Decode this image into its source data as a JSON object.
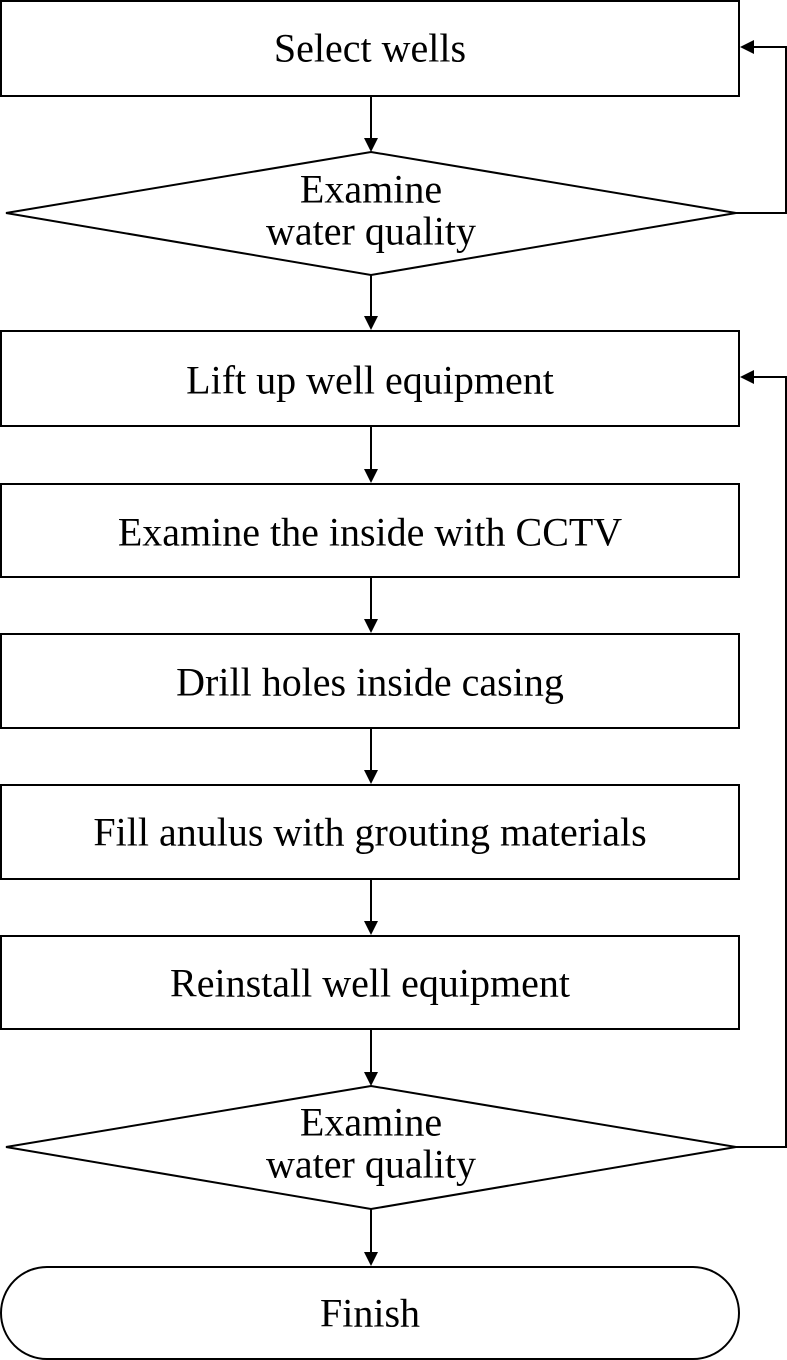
{
  "flowchart": {
    "steps": [
      {
        "id": "select",
        "lines": [
          "Select wells"
        ]
      },
      {
        "id": "decision1",
        "lines": [
          "Examine",
          "water quality"
        ]
      },
      {
        "id": "lift",
        "lines": [
          "Lift up well equipment"
        ]
      },
      {
        "id": "cctv",
        "lines": [
          "Examine the inside with CCTV"
        ]
      },
      {
        "id": "drill",
        "lines": [
          "Drill holes inside casing"
        ]
      },
      {
        "id": "fill",
        "lines": [
          "Fill anulus with grouting materials"
        ]
      },
      {
        "id": "reinstall",
        "lines": [
          "Reinstall well equipment"
        ]
      },
      {
        "id": "decision2",
        "lines": [
          "Examine",
          "water quality"
        ]
      },
      {
        "id": "finish",
        "lines": [
          "Finish"
        ]
      }
    ],
    "edges": [
      {
        "from": "select",
        "to": "decision1"
      },
      {
        "from": "decision1",
        "to": "lift"
      },
      {
        "from": "decision1",
        "to": "select",
        "kind": "feedback"
      },
      {
        "from": "lift",
        "to": "cctv"
      },
      {
        "from": "cctv",
        "to": "drill"
      },
      {
        "from": "drill",
        "to": "fill"
      },
      {
        "from": "fill",
        "to": "reinstall"
      },
      {
        "from": "reinstall",
        "to": "decision2"
      },
      {
        "from": "decision2",
        "to": "finish"
      },
      {
        "from": "decision2",
        "to": "lift",
        "kind": "feedback"
      }
    ]
  }
}
